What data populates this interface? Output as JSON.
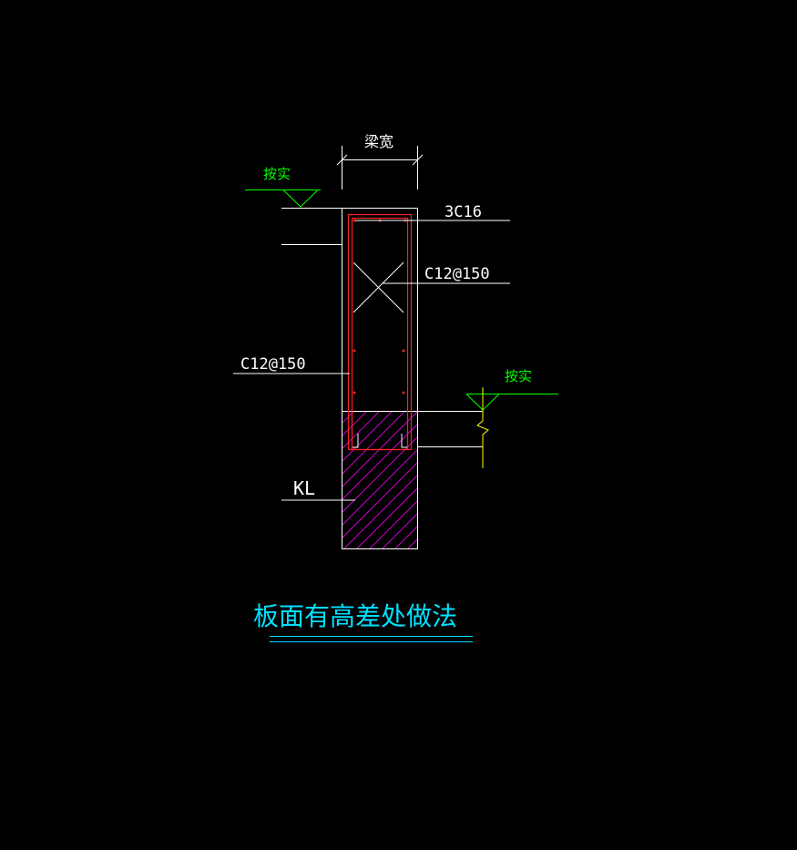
{
  "drawing": {
    "title": "板面有高差处做法",
    "labels": {
      "beam_width": "梁宽",
      "elev_left": "按实",
      "elev_right": "按实",
      "top_bars": "3C16",
      "stirrup_right": "C12@150",
      "stirrup_left": "C12@150",
      "beam_tag": "KL"
    },
    "colors": {
      "background": "#000000",
      "outline": "#ffffff",
      "rebar": "#ff2020",
      "elevation": "#00ff00",
      "hatch": "#cc00cc",
      "title": "#00e0ff",
      "break_line": "#ffff00"
    }
  }
}
